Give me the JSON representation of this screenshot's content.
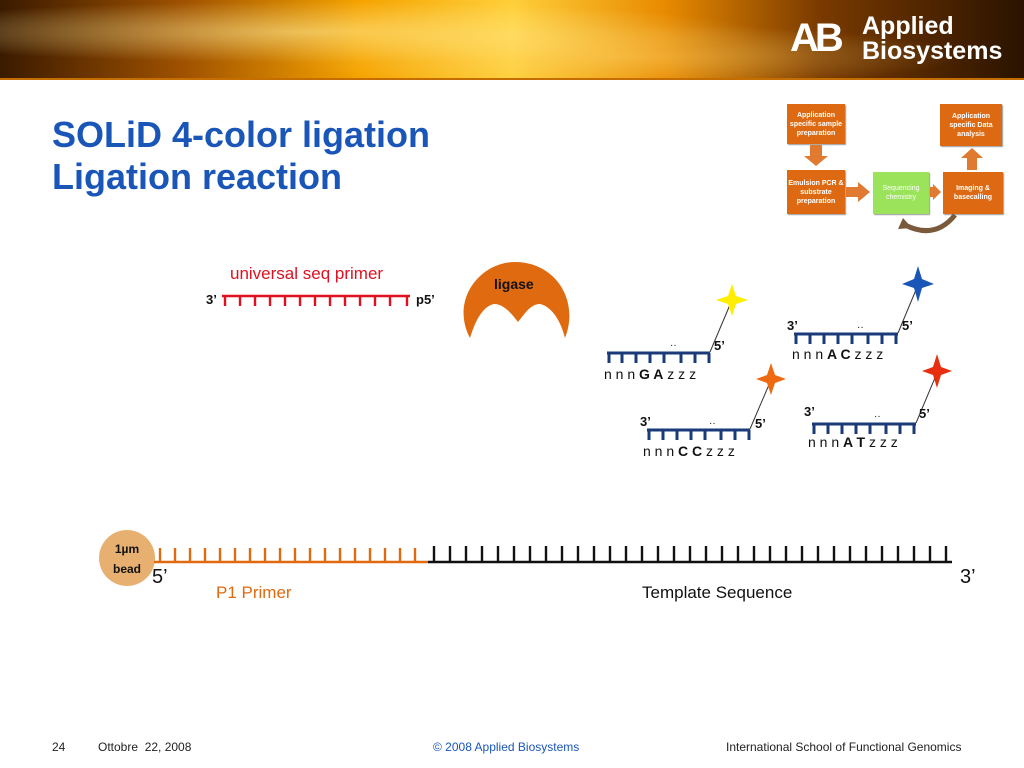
{
  "header": {
    "logo_mark": "AB",
    "logo_line1": "Applied",
    "logo_line2": "Biosystems"
  },
  "title": {
    "line1": "SOLiD 4-color ligation",
    "line2": "Ligation reaction"
  },
  "workflow": [
    {
      "id": "sample-prep",
      "label": "Application specific sample preparation"
    },
    {
      "id": "emulsion-pcr",
      "label": "Emulsion PCR & substrate preparation"
    },
    {
      "id": "seq-chem",
      "label": "Sequencing chemistry"
    },
    {
      "id": "imaging",
      "label": "Imaging & basecalling"
    },
    {
      "id": "data-analysis",
      "label": "Application specific Data analysis"
    }
  ],
  "primer": {
    "label": "universal seq primer",
    "left_end": "3’",
    "right_end": "p5’"
  },
  "ligase": {
    "label": "ligase"
  },
  "probes": [
    {
      "id": "ga",
      "end3": "",
      "end5": "5’",
      "prefix": "n n n",
      "bases": "G A",
      "suffix": "z z z",
      "star_color": "#ffee00"
    },
    {
      "id": "ac",
      "end3": "3’",
      "end5": "5’",
      "prefix": "n n n",
      "bases": "A C",
      "suffix": "z z z",
      "star_color": "#1a56b8"
    },
    {
      "id": "cc",
      "end3": "3’",
      "end5": "5’",
      "prefix": "n n n",
      "bases": "C C",
      "suffix": "z z z",
      "star_color": "#ee6a10"
    },
    {
      "id": "at",
      "end3": "3’",
      "end5": "5’",
      "prefix": "n n n",
      "bases": "A T",
      "suffix": "z z z",
      "star_color": "#e83010"
    }
  ],
  "bead": {
    "line1": "1µm",
    "line2": "bead"
  },
  "template": {
    "left_end": "5’",
    "right_end": "3’",
    "p1_label": "P1 Primer",
    "template_label": "Template Sequence"
  },
  "footer": {
    "page": "24",
    "date": "Ottobre  22, 2008",
    "copyright": "© 2008 Applied Biosystems",
    "school": "International School of Functional Genomics"
  },
  "colors": {
    "title": "#1a56b8",
    "primer": "#e01020",
    "p1": "#e06a10",
    "probe": "#1a3a7a",
    "ligase": "#e06a10",
    "bead": "#e8b070"
  }
}
